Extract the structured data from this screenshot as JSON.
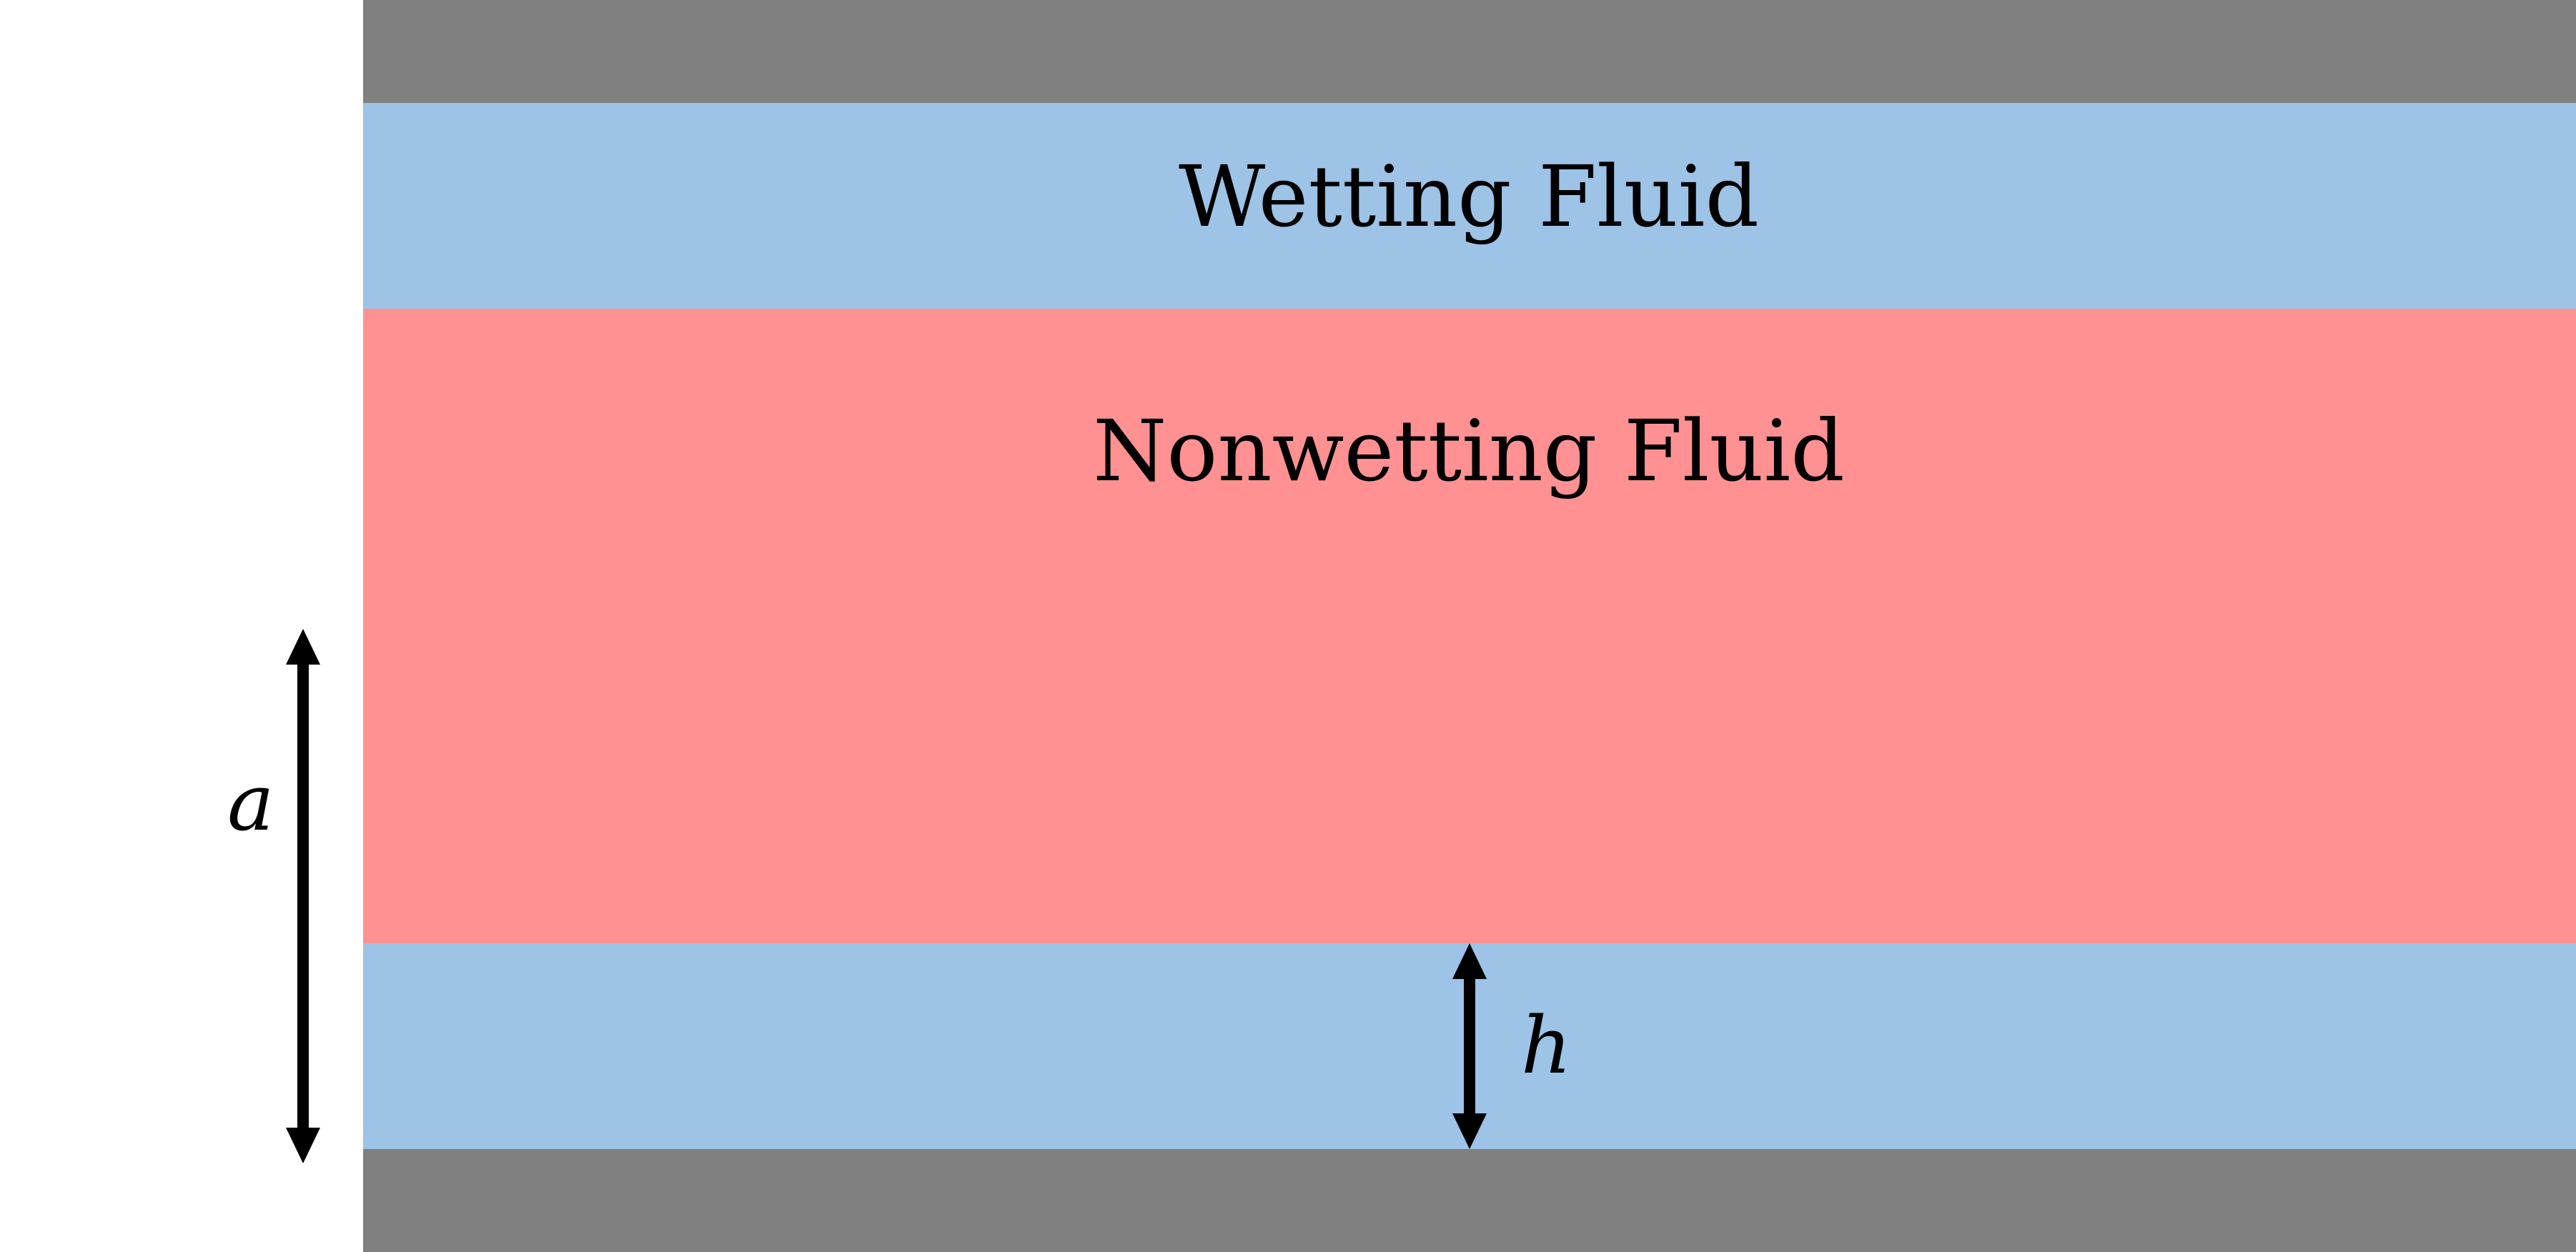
{
  "colors": {
    "wall": "#808080",
    "wetting_fluid": "#9dc3e6",
    "nonwetting_fluid": "#ff9193",
    "arrow": "#000000"
  },
  "layers": {
    "wetting_fluid_label": "Wetting Fluid",
    "nonwetting_fluid_label": "Nonwetting Fluid"
  },
  "dimensions": {
    "a_label": "a",
    "h_label": "h"
  }
}
